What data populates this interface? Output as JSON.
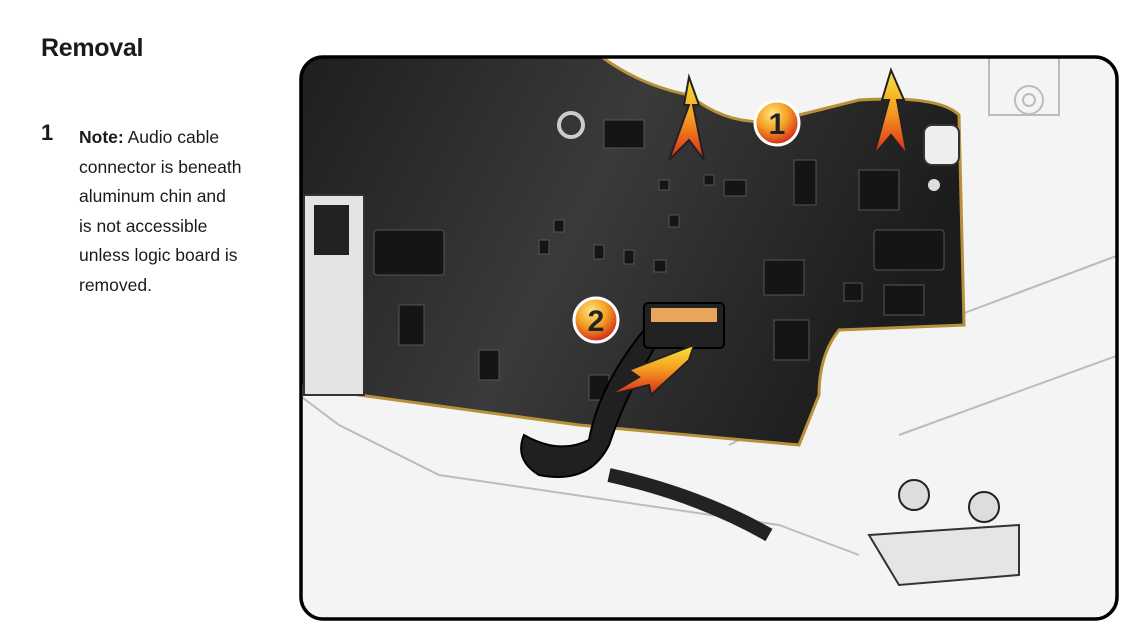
{
  "heading": "Removal",
  "step": {
    "number": "1",
    "note_label": "Note:",
    "lines": [
      " Audio cable",
      "connector is beneath",
      "aluminum chin and",
      "is not accessible",
      "unless logic board is",
      "removed."
    ]
  },
  "figure": {
    "callouts": [
      "1",
      "2"
    ],
    "colors": {
      "board": "#2b2b2b",
      "frame": "#000000",
      "arrow_top": "#f7e03a",
      "arrow_bottom": "#e0301e"
    }
  }
}
